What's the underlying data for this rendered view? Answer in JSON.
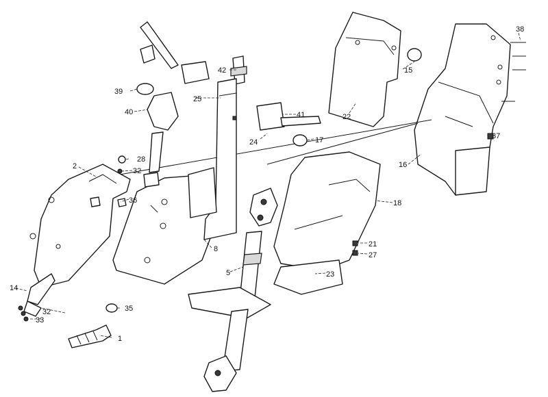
{
  "callouts": {
    "c1": "1",
    "c2": "2",
    "c5": "5",
    "c8": "8",
    "c14": "14",
    "c15": "15",
    "c16": "16",
    "c17": "17",
    "c18": "18",
    "c21": "21",
    "c22": "22",
    "c23": "23",
    "c24": "24",
    "c25": "25",
    "c27": "27",
    "c28": "28",
    "c32a": "32",
    "c32b": "32",
    "c33": "33",
    "c35": "35",
    "c36": "36",
    "c37": "37",
    "c38": "38",
    "c39": "39",
    "c40": "40",
    "c41": "41",
    "c42": "42"
  },
  "colors": {
    "line": "#1a1a1a",
    "shade": "#d9d9d9",
    "background": "#ffffff"
  }
}
